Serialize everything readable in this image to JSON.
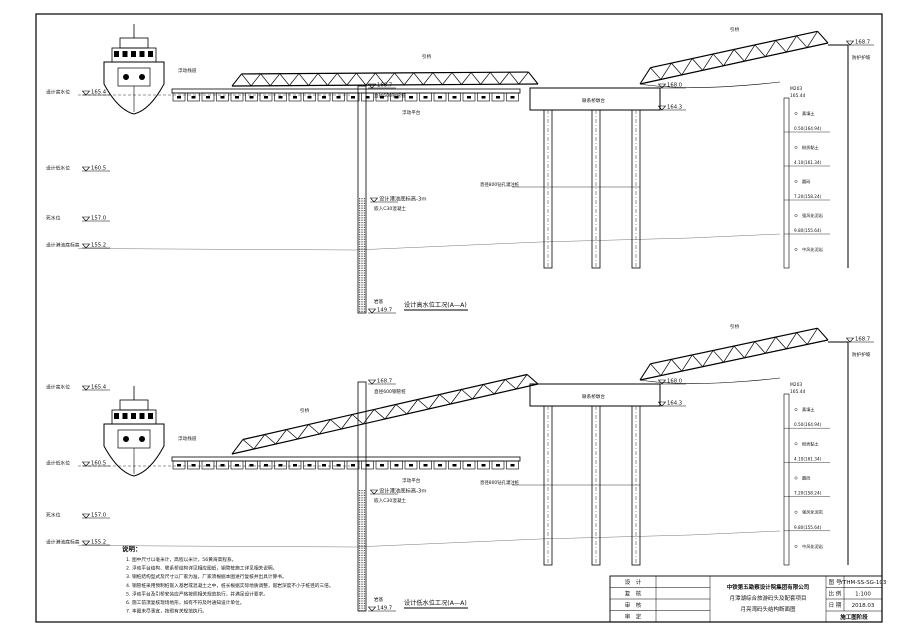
{
  "elevations": {
    "design_high_water": {
      "label": "设计高水位",
      "value": "165.4"
    },
    "design_low_water": {
      "label": "设计低水位",
      "value": "160.5"
    },
    "dead_water": {
      "label": "死水位",
      "value": "157.0"
    },
    "bed": {
      "label": "设计港池底标高",
      "value": "155.2"
    },
    "top_left": "168.7",
    "top_right": "168.7",
    "deck": "168.0",
    "cap_bottom": "164.3",
    "pile_bottom": "149.7",
    "below_bed": "设计港池底标高-3m"
  },
  "labels": {
    "pile_spec": "直径600钢管桩",
    "gangway": "引桥",
    "walkway": "浮动栈道",
    "float": "浮动平台",
    "cap": "联系桥墩台",
    "pile_row": "直径800钻孔灌注桩",
    "socket": "嵌入C30混凝土",
    "rock": "岩基",
    "embank": "防护护坡",
    "m": "M203",
    "m_val": "165.44"
  },
  "borehole": [
    {
      "depth": "0.50(164.94)",
      "name": "素填土"
    },
    {
      "depth": "4.10(161.34)",
      "name": "粉质黏土"
    },
    {
      "depth": "7.20(158.24)",
      "name": "圆砾"
    },
    {
      "depth": "9.80(155.64)",
      "name": "强风化泥岩"
    },
    {
      "depth": "",
      "name": "中风化泥岩"
    }
  ],
  "sections": {
    "high": "设计高水位工况(A—A)",
    "low": "设计低水位工况(A—A)"
  },
  "notes": {
    "title": "说明：",
    "items": [
      "1. 图中尺寸以毫米计，高程以米计，56黄海高程系。",
      "2. 浮动平台结构、联系桥结构详见相应图纸，钢管桩施工详见相关说明。",
      "3. 钢桩结构型式及尺寸以厂家为准，厂家须根据本图进行复核并出具计算书。",
      "4. 钢管桩采用预制桩嵌入基岩或混凝土之中，桩长根据实际地质调整，嵌岩深度不小于桩径的三倍。",
      "5. 浮动平台及引桥安装应严格按照相关规范执行，并满足设计要求。",
      "6. 施工前须复核现场地形，如有不符及时通知设计单位。",
      "7. 本图未尽事宜，按照有关规范执行。"
    ]
  },
  "title_block": {
    "company": "中铁第五勘察设计院集团有限公司",
    "project": "月潭湖综合旅游码头及配套项目",
    "drawing": "月亮湾码头结构断面图",
    "roles": [
      "设　计",
      "复　核",
      "审　核",
      "审　定"
    ],
    "drawing_no_label": "图 号",
    "drawing_no": "YTHM-SS-SG-103",
    "scale_label": "比 例",
    "scale": "1:100",
    "date_label": "日 期",
    "date": "2018.03",
    "stage": "施工图阶段"
  }
}
